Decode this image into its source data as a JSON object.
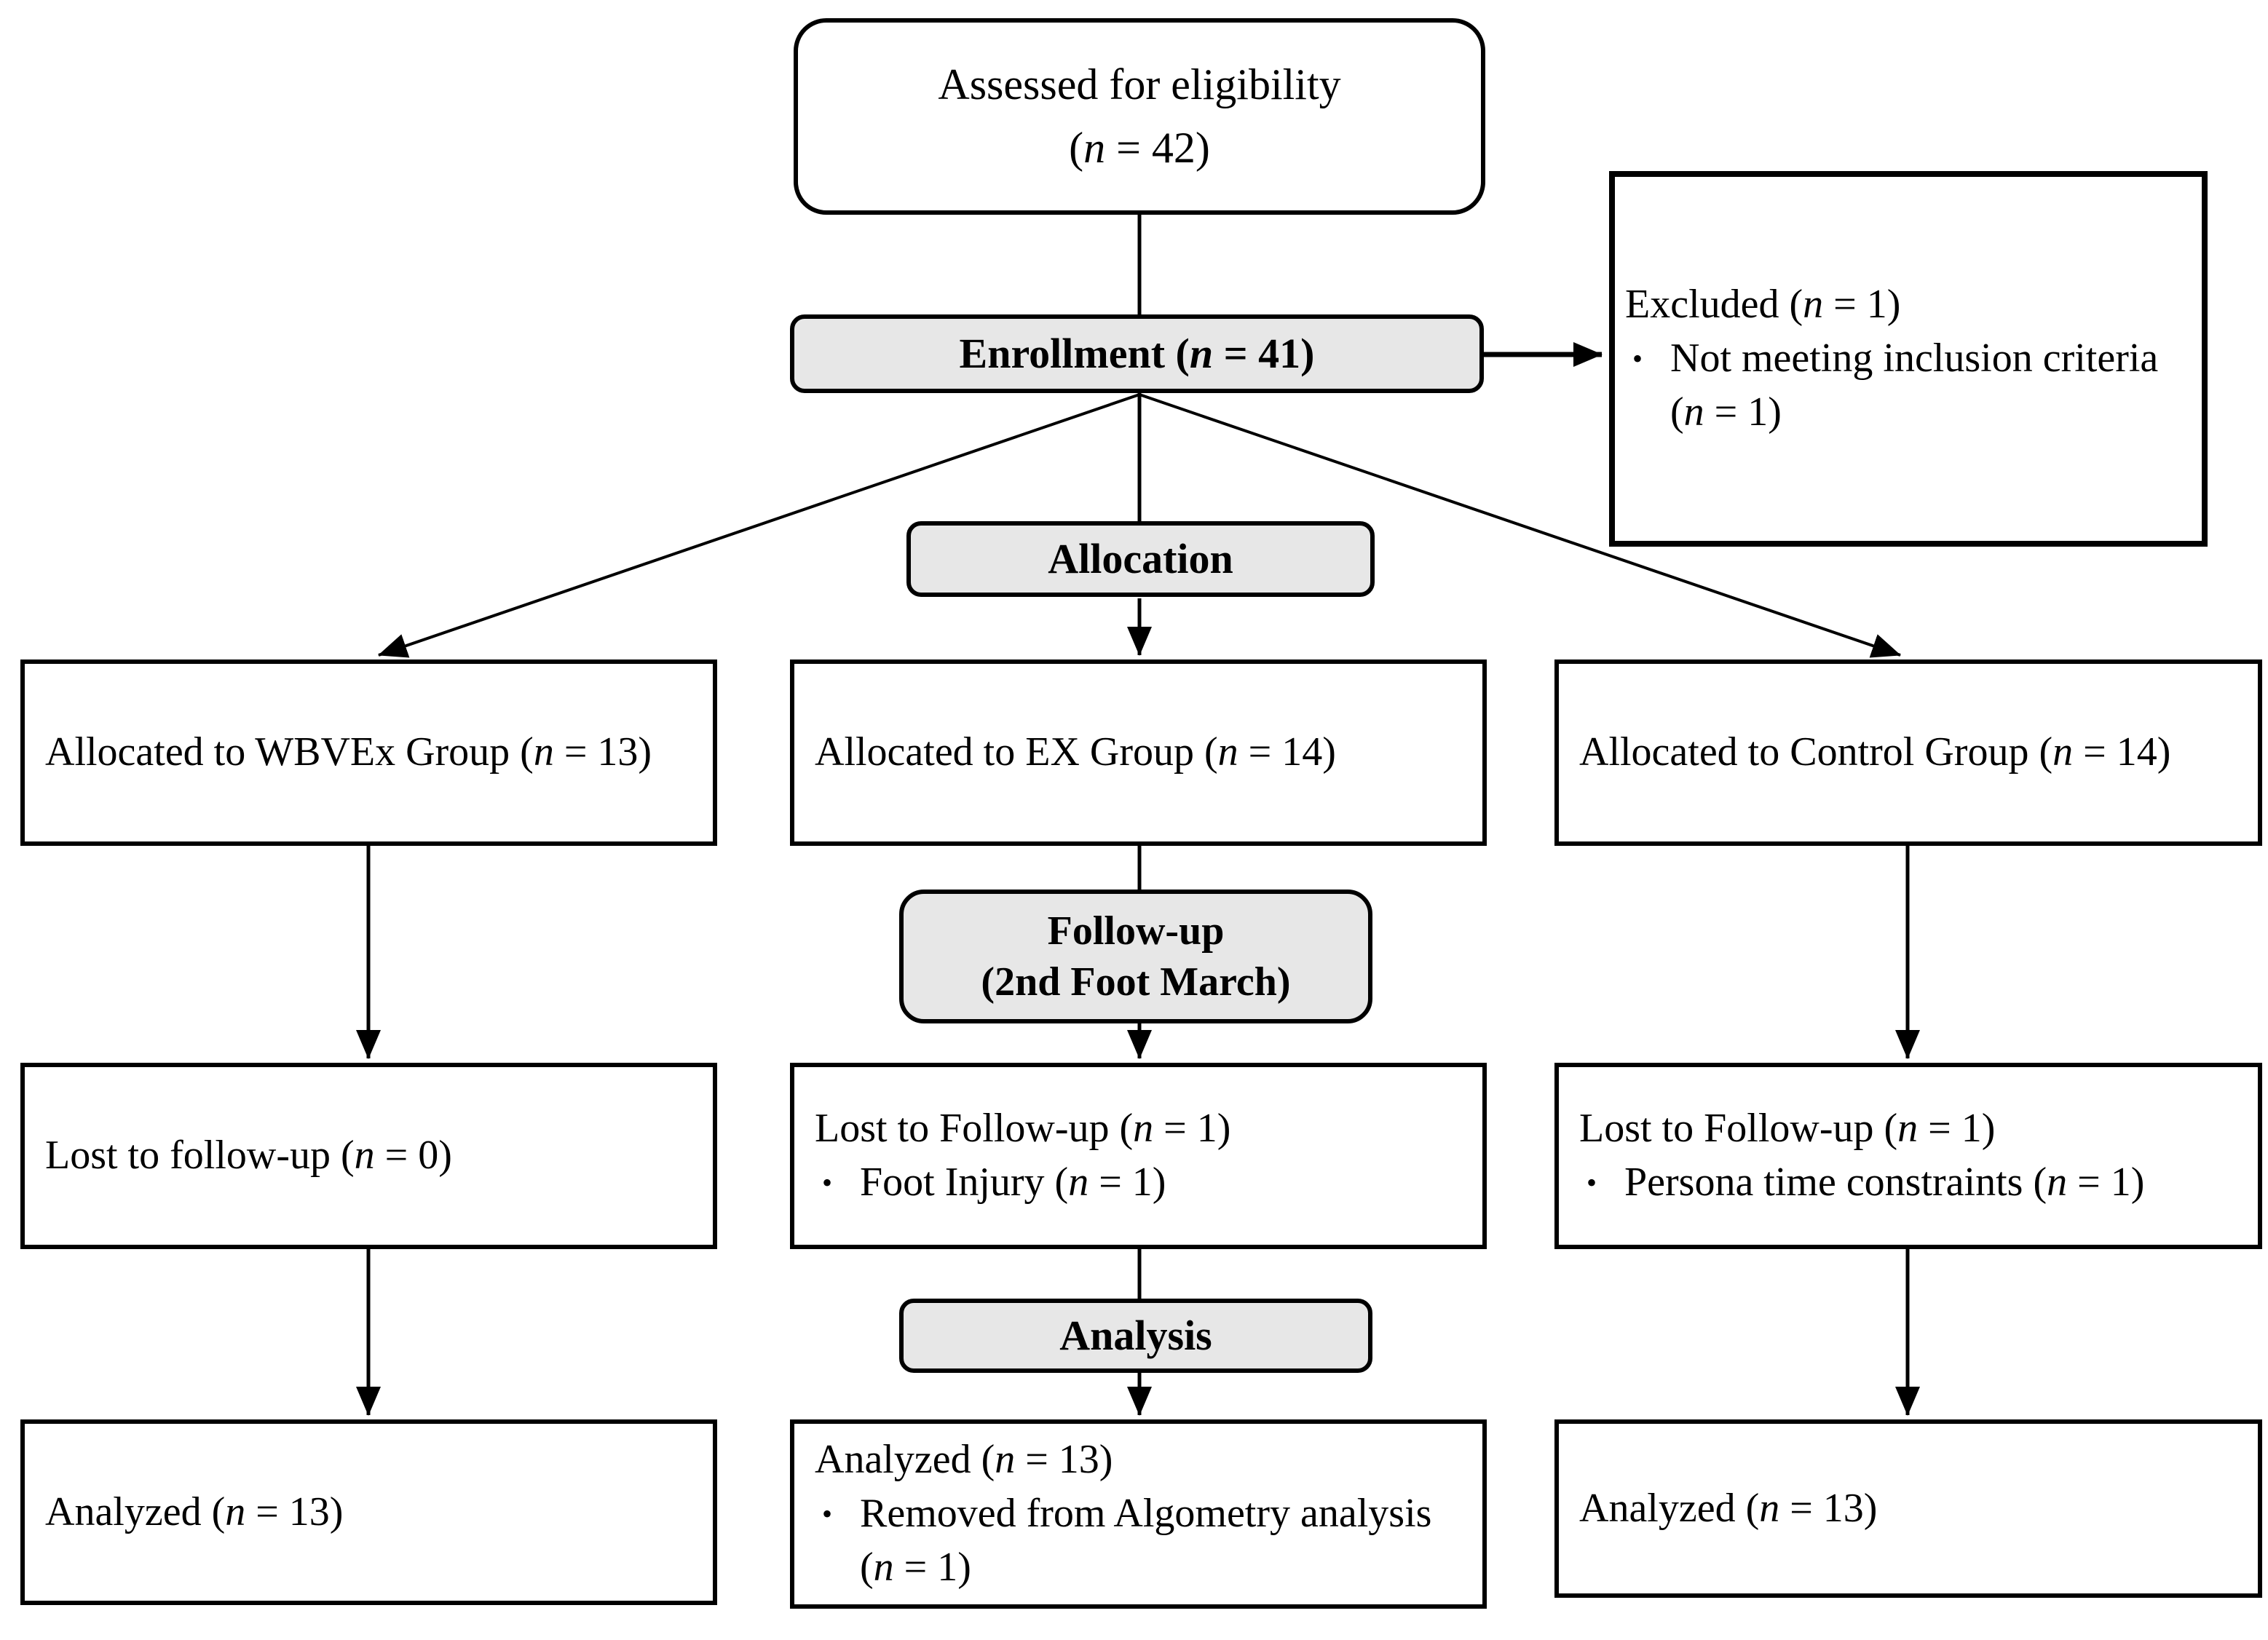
{
  "colors": {
    "stage_fill": "#e7e7e7",
    "border": "#000000",
    "background": "#ffffff",
    "line": "#000000"
  },
  "bullet_char": "•",
  "boxes": {
    "assessed": {
      "line1": "Assessed for eligibility",
      "line2": "(n = 42)"
    },
    "enrollment": {
      "label": "Enrollment (n = 41)"
    },
    "excluded": {
      "title": "Excluded (n = 1)",
      "bullet1": "Not meeting inclusion criteria (n = 1)"
    },
    "allocation": {
      "label": "Allocation"
    },
    "allocated_wbvex": {
      "title": "Allocated to WBVEx Group (n = 13)"
    },
    "allocated_ex": {
      "title": "Allocated to EX Group (n = 14)"
    },
    "allocated_control": {
      "title": "Allocated to Control Group (n = 14)"
    },
    "followup": {
      "line1": "Follow-up",
      "line2": "(2nd Foot March)"
    },
    "lost_wbvex": {
      "title": "Lost to follow-up (n = 0)"
    },
    "lost_ex": {
      "title": "Lost to Follow-up (n = 1)",
      "bullet1": "Foot Injury (n = 1)"
    },
    "lost_control": {
      "title": "Lost to Follow-up (n = 1)",
      "bullet1": "Persona time constraints (n = 1)"
    },
    "analysis": {
      "label": "Analysis"
    },
    "analyzed_wbvex": {
      "title": "Analyzed (n = 13)"
    },
    "analyzed_ex": {
      "title": "Analyzed (n = 13)",
      "bullet1": "Removed from Algometry analysis (n = 1)"
    },
    "analyzed_control": {
      "title": "Analyzed (n = 13)"
    }
  }
}
